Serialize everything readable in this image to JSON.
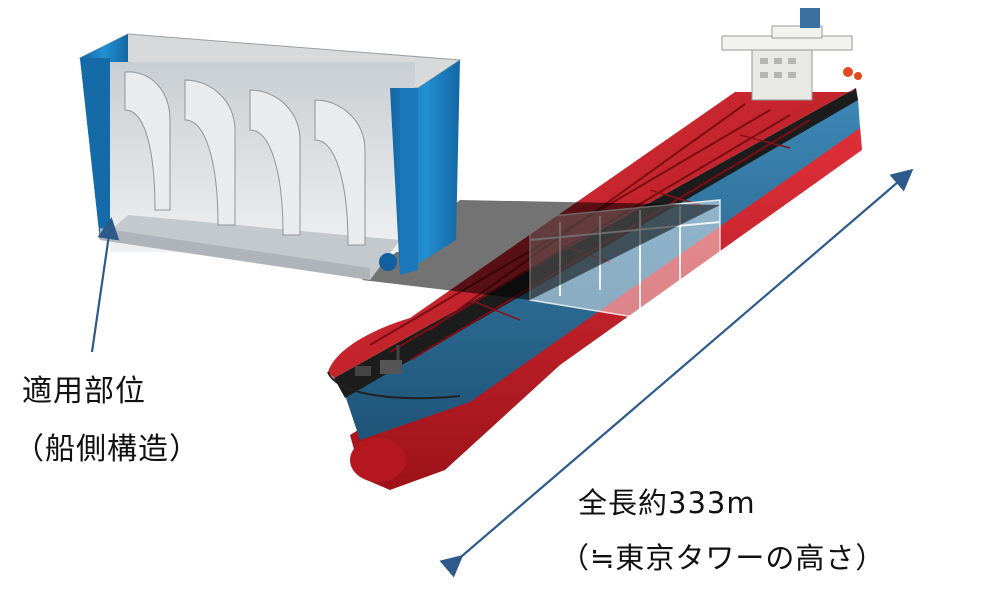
{
  "labels": {
    "application_part": "適用部位",
    "application_part_detail": "（船側構造）",
    "total_length": "全長約333m",
    "length_comparison": "（≒東京タワーの高さ）"
  },
  "colors": {
    "deck_red": "#c8202a",
    "hull_blue": "#2f6f9a",
    "hull_red": "#d0232b",
    "section_blue": "#1a7fc0",
    "section_grey": "#d9dde0",
    "arrow": "#2d5a8a"
  },
  "icons": {
    "ship": "oil-tanker-illustration",
    "section": "side-structure-cross-section"
  }
}
